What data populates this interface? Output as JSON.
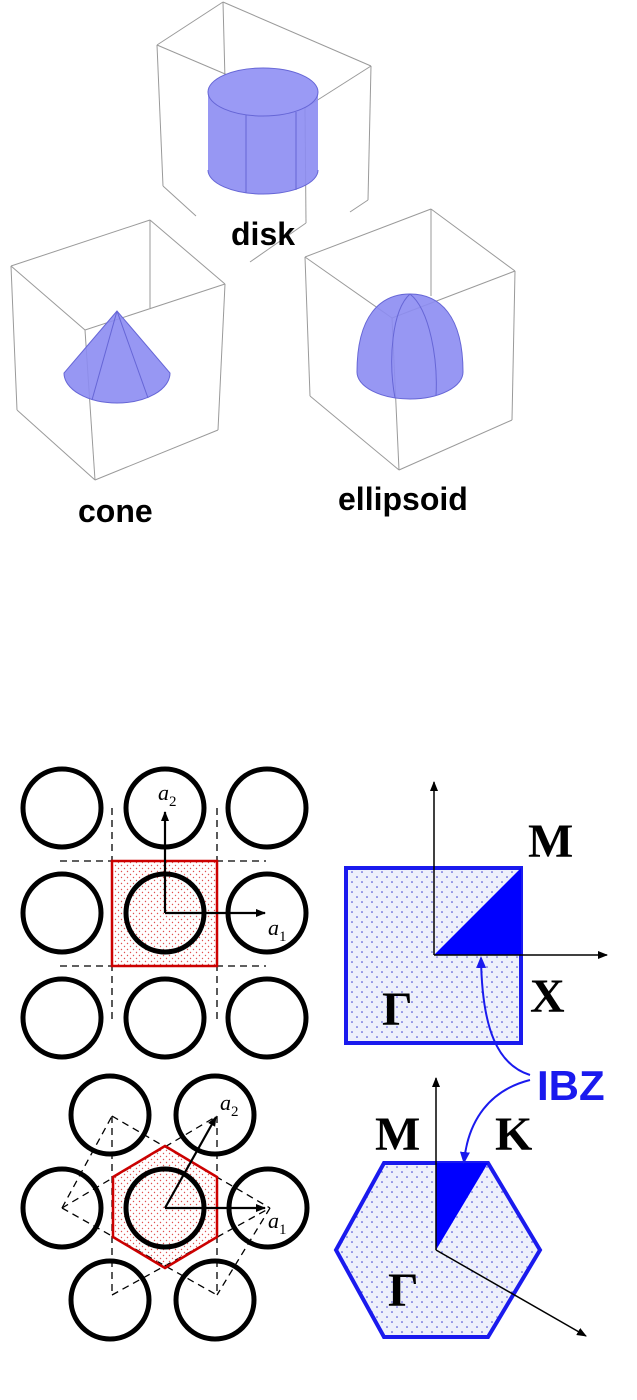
{
  "shapes": {
    "disk_label": "disk",
    "cone_label": "cone",
    "ellipsoid_label": "ellipsoid",
    "fill_color": "#8c8cf2",
    "edge_color": "#6666d6",
    "box_color": "#9a9a9a"
  },
  "square_lattice": {
    "a1_label": "a",
    "a1_sub": "1",
    "a2_label": "a",
    "a2_sub": "2",
    "cell_color": "#cc0000"
  },
  "hexagonal_lattice": {
    "a1_label": "a",
    "a1_sub": "1",
    "a2_label": "a",
    "a2_sub": "2",
    "cell_color": "#cc0000"
  },
  "square_bz": {
    "M_label": "M",
    "X_label": "X",
    "Gamma_label": "Γ",
    "border_color": "#1a1aee"
  },
  "hexagonal_bz": {
    "M_label": "M",
    "K_label": "K",
    "Gamma_label": "Γ",
    "border_color": "#1a1aee"
  },
  "ibz": {
    "label": "IBZ",
    "color": "#0000ff"
  }
}
